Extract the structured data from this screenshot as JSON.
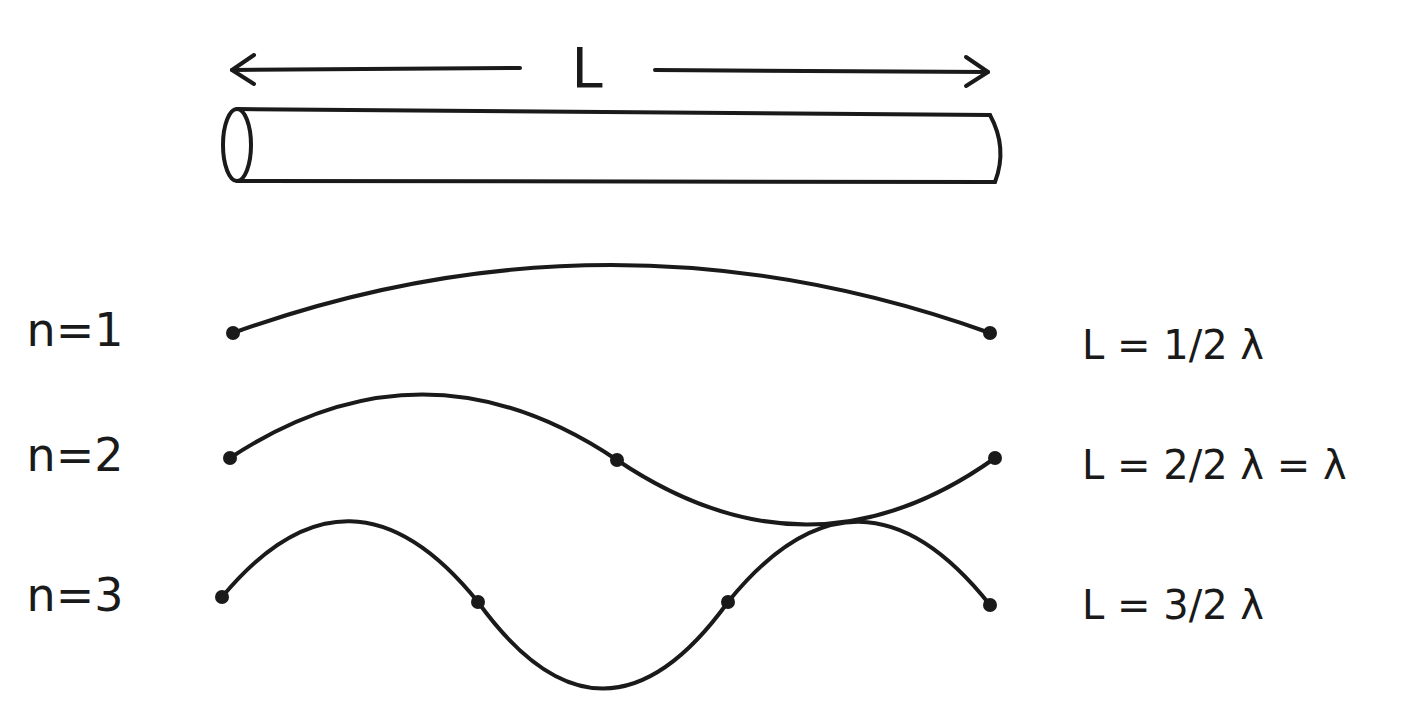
{
  "diagram": {
    "labels": [
      "L",
      "n=1",
      "L = 1/2 λ",
      "n=2",
      "L = 2/2 λ = λ",
      "n=3",
      "L = 3/2 λ"
    ]
  }
}
